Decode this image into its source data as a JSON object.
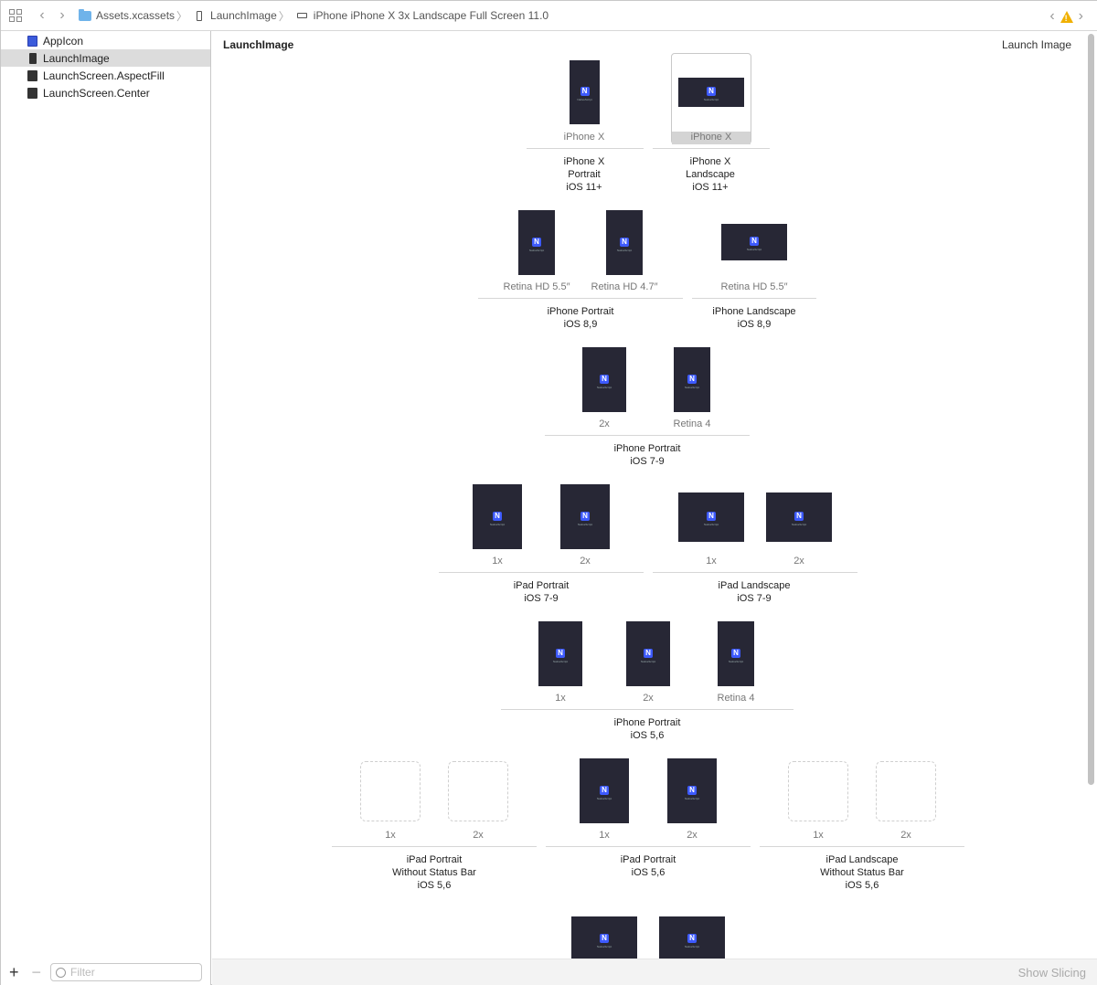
{
  "jumpbar": {
    "crumb_assets": "Assets.xcassets",
    "crumb_set": "LaunchImage",
    "crumb_item": "iPhone iPhone X 3x Landscape Full Screen 11.0"
  },
  "sidebar": {
    "items": [
      {
        "label": "AppIcon"
      },
      {
        "label": "LaunchImage"
      },
      {
        "label": "LaunchScreen.AspectFill"
      },
      {
        "label": "LaunchScreen.Center"
      }
    ],
    "filter_placeholder": "Filter"
  },
  "main": {
    "title": "LaunchImage",
    "type_label": "Launch Image",
    "show_slicing": "Show Slicing",
    "logo_letter": "N",
    "logo_text": "NativeScript"
  },
  "labels": {
    "iphonex": "iPhone X",
    "retina_hd_55": "Retina HD 5.5″",
    "retina_hd_47": "Retina HD 4.7″",
    "x2": "2x",
    "x1": "1x",
    "retina4": "Retina 4"
  },
  "groups": {
    "g1_line1": "iPhone X",
    "g1_line2": "Portrait",
    "g1_line3": "iOS 11+",
    "g2_line1": "iPhone X",
    "g2_line2": "Landscape",
    "g2_line3": "iOS 11+",
    "g3_line1": "iPhone Portrait",
    "g3_line2": "iOS 8,9",
    "g4_line1": "iPhone Landscape",
    "g4_line2": "iOS 8,9",
    "g5_line1": "iPhone Portrait",
    "g5_line2": "iOS 7-9",
    "g6_line1": "iPad Portrait",
    "g6_line2": "iOS 7-9",
    "g7_line1": "iPad Landscape",
    "g7_line2": "iOS 7-9",
    "g8_line1": "iPhone Portrait",
    "g8_line2": "iOS 5,6",
    "g9_line1": "iPad Portrait",
    "g9_line2": "Without Status Bar",
    "g9_line3": "iOS 5,6",
    "g10_line1": "iPad Portrait",
    "g10_line2": "iOS 5,6",
    "g11_line1": "iPad Landscape",
    "g11_line2": "Without Status Bar",
    "g11_line3": "iOS 5,6"
  }
}
